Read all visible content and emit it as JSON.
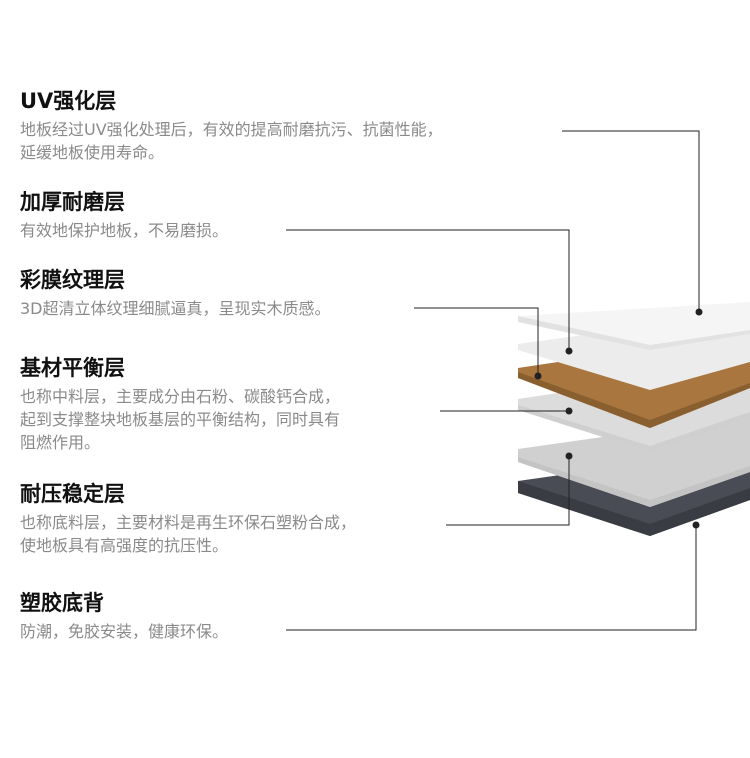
{
  "layers": [
    {
      "title": "UV强化层",
      "desc": [
        "地板经过UV强化处理后，有效的提高耐磨抗污、抗菌性能，",
        "延缓地板使用寿命。"
      ]
    },
    {
      "title": "加厚耐磨层",
      "desc": [
        "有效地保护地板，不易磨损。"
      ]
    },
    {
      "title": "彩膜纹理层",
      "desc": [
        "3D超清立体纹理细腻逼真，呈现实木质感。"
      ]
    },
    {
      "title": "基材平衡层",
      "desc": [
        "也称中料层，主要成分由石粉、碳酸钙合成，",
        "起到支撑整块地板基层的平衡结构，同时具有",
        "阻燃作用。"
      ]
    },
    {
      "title": "耐压稳定层",
      "desc": [
        "也称底料层，主要材料是再生环保石塑粉合成，",
        "使地板具有高强度的抗压性。"
      ]
    },
    {
      "title": "塑胶底背",
      "desc": [
        "防潮，免胶安装，健康环保。"
      ]
    }
  ],
  "colors": {
    "title": "#111111",
    "desc": "#8a8a8a",
    "leader_line": "#222222",
    "uv_layer": "#f5f5f5",
    "wear_layer": "#ececec",
    "wood_layer": "#a8763e",
    "base_layer": "#dcdcdc",
    "stable_layer": "#d0d0d0",
    "backing_layer": "#4a4c55"
  }
}
